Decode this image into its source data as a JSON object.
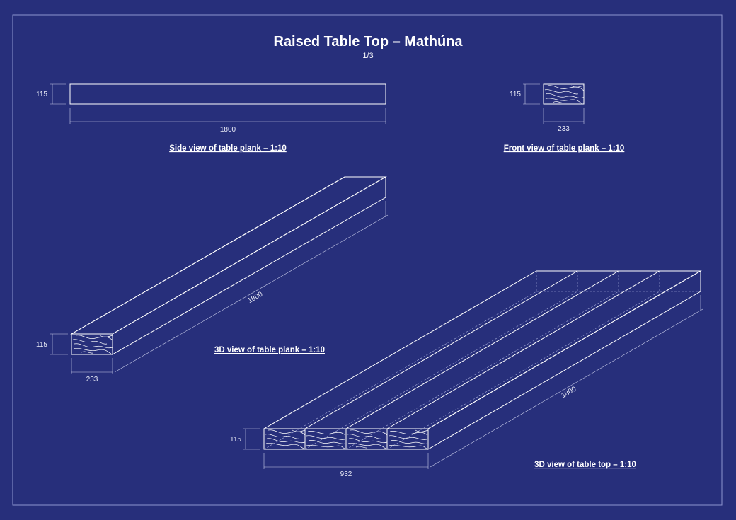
{
  "sheet": {
    "title": "Raised Table Top – Mathúna",
    "page": "1/3"
  },
  "views": {
    "side": {
      "caption": "Side view of table plank – 1:10",
      "height": "115",
      "length": "1800"
    },
    "front": {
      "caption": "Front view of table plank – 1:10",
      "height": "115",
      "width": "233"
    },
    "plank3d": {
      "caption": "3D view of table plank – 1:10",
      "height": "115",
      "width": "233",
      "length": "1800"
    },
    "top3d": {
      "caption": "3D view of table top – 1:10",
      "height": "115",
      "width": "932",
      "length": "1800",
      "plank_count": 4
    }
  },
  "colors": {
    "background": "#272f7b",
    "line": "#ffffff"
  }
}
